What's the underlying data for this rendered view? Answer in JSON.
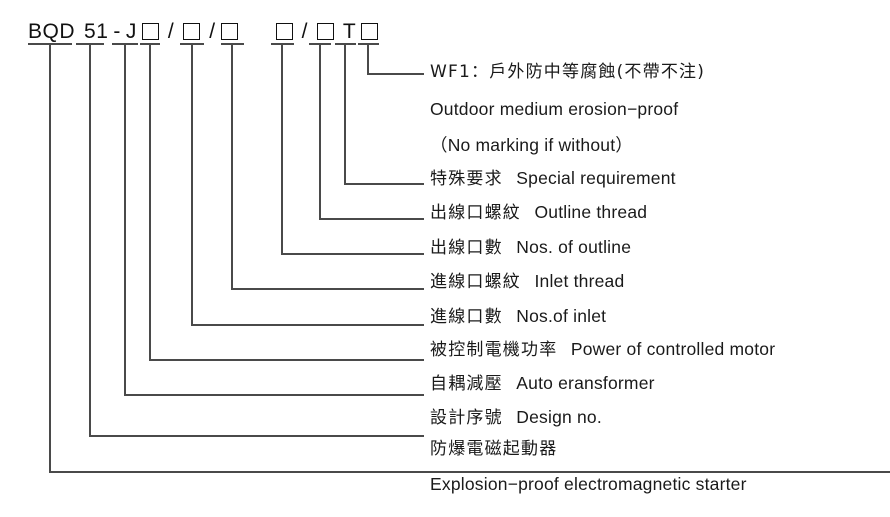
{
  "diagram": {
    "title": "BQD 51 series explosion-proof electromagnetic starter model designation",
    "line_color": "#4a4a4a",
    "text_color": "#1a1a1a",
    "model_code": {
      "tokens": [
        {
          "type": "text",
          "value": "BQD"
        },
        {
          "type": "text",
          "value": "51"
        },
        {
          "type": "text",
          "value": "-"
        },
        {
          "type": "text",
          "value": "J"
        },
        {
          "type": "box",
          "value": "□"
        },
        {
          "type": "text",
          "value": "/"
        },
        {
          "type": "box",
          "value": "□"
        },
        {
          "type": "text",
          "value": "/"
        },
        {
          "type": "box",
          "value": "□"
        },
        {
          "type": "box",
          "value": "□"
        },
        {
          "type": "text",
          "value": "/"
        },
        {
          "type": "box",
          "value": "□"
        },
        {
          "type": "text",
          "value": "T"
        },
        {
          "type": "box",
          "value": "□"
        }
      ],
      "full_code": "BQD 51 - J □ / □ / □   □ / □ T □"
    },
    "rows": [
      {
        "id": "wf1",
        "cn": "WF1：戶外防中等腐蝕(不帶不注)",
        "en": ""
      },
      {
        "id": "outdoor-erosion",
        "cn": "",
        "en": "Outdoor medium erosion−proof"
      },
      {
        "id": "no-marking",
        "cn": "",
        "en": "（No marking if without）"
      },
      {
        "id": "special-requirement",
        "cn": "特殊要求",
        "en": "Special requirement"
      },
      {
        "id": "outline-thread",
        "cn": "出線口螺紋",
        "en": "Outline thread"
      },
      {
        "id": "nos-of-outline",
        "cn": "出線口數",
        "en": "Nos. of outline"
      },
      {
        "id": "inlet-thread",
        "cn": "進線口螺紋",
        "en": "Inlet thread"
      },
      {
        "id": "nos-of-inlet",
        "cn": "進線口數",
        "en": "Nos.of inlet"
      },
      {
        "id": "power-of-controlled-motor",
        "cn": "被控制電機功率",
        "en": "Power of controlled motor"
      },
      {
        "id": "auto-transformer",
        "cn": "自耦減壓",
        "en": "Auto eransformer"
      },
      {
        "id": "design-no",
        "cn": "設計序號",
        "en": "Design no."
      },
      {
        "id": "explosion-proof-starter-cn",
        "cn": "防爆電磁起動器",
        "en": ""
      },
      {
        "id": "explosion-proof-starter-en",
        "cn": "",
        "en": "Explosion−proof electromagnetic starter"
      }
    ]
  }
}
